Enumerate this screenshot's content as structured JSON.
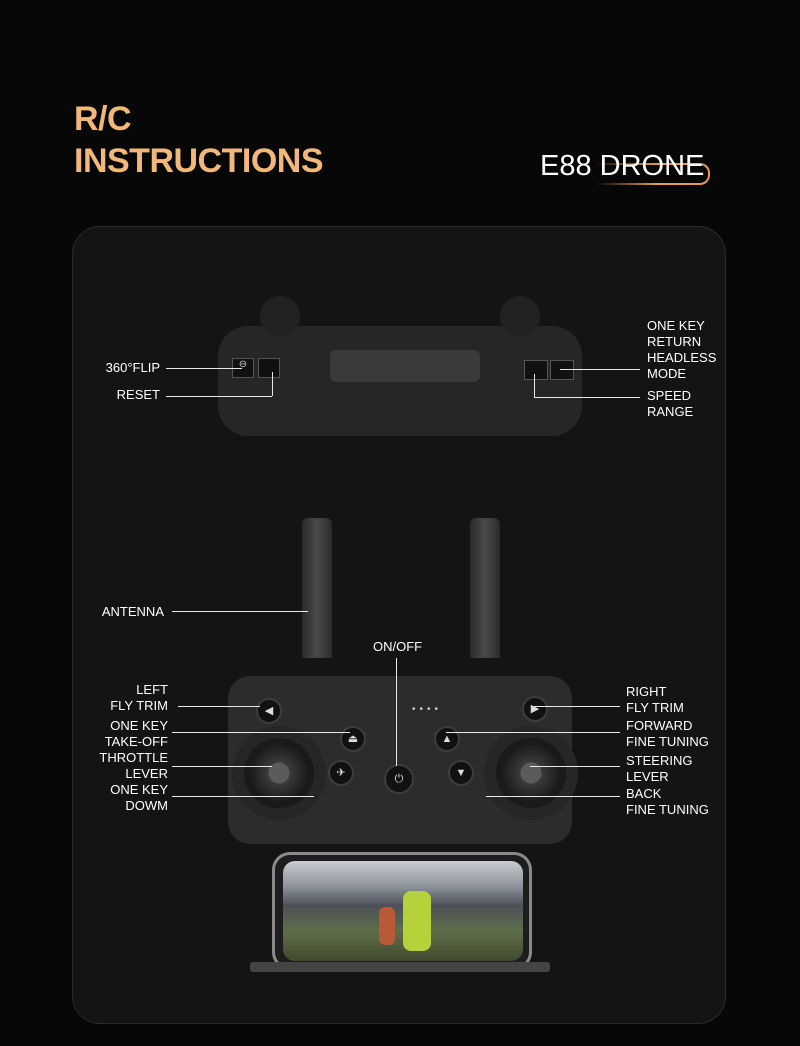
{
  "header": {
    "title_line1": "R/C",
    "title_line2": "INSTRUCTIONS",
    "product": "E88 DRONE"
  },
  "colors": {
    "accent": "#f2b87a",
    "background": "#070707",
    "panel": "#141414"
  },
  "top_view": {
    "left_labels": [
      "360°FLIP",
      "RESET"
    ],
    "right_labels": [
      "ONE KEY\nRETURN\nHEADLESS\nMODE",
      "SPEED\nRANGE"
    ]
  },
  "front_view": {
    "antenna": "ANTENNA",
    "power": "ON/OFF",
    "left_labels": [
      "LEFT\nFLY TRIM",
      "ONE KEY\nTAKE-OFF",
      "THROTTLE\nLEVER",
      "ONE KEY\nDOWM"
    ],
    "right_labels": [
      "RIGHT\nFLY TRIM",
      "FORWARD\nFINE TUNING",
      "STEERING\nLEVER",
      "BACK\nFINE TUNING"
    ]
  }
}
